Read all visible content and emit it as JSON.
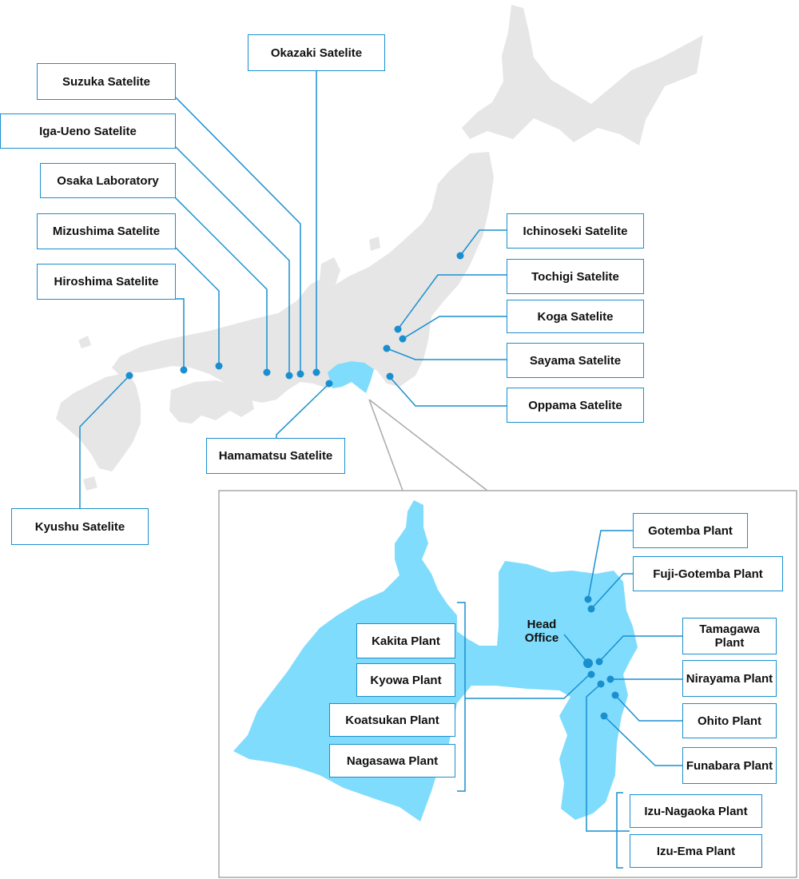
{
  "colors": {
    "land": "#e6e6e6",
    "highlight": "#7fdcfc",
    "accent": "#1a8fcf",
    "inset_border": "#a9a9a9"
  },
  "satellites": {
    "okazaki": "Okazaki Satelite",
    "suzuka": "Suzuka Satelite",
    "iga_ueno": "Iga-Ueno Satelite",
    "osaka": "Osaka Laboratory",
    "mizushima": "Mizushima Satelite",
    "hiroshima": "Hiroshima Satelite",
    "kyushu": "Kyushu Satelite",
    "hamamatsu": "Hamamatsu Satelite",
    "ichinoseki": "Ichinoseki Satelite",
    "tochigi": "Tochigi Satelite",
    "koga": "Koga Satelite",
    "sayama": "Sayama Satelite",
    "oppama": "Oppama Satelite"
  },
  "plants": {
    "gotemba": "Gotemba Plant",
    "fuji_gotemba": "Fuji-Gotemba Plant",
    "head_office": "Head Office",
    "tamagawa": "Tamagawa Plant",
    "nirayama": "Nirayama Plant",
    "ohito": "Ohito Plant",
    "funabara": "Funabara Plant",
    "izu_nagaoka": "Izu-Nagaoka Plant",
    "izu_ema": "Izu-Ema Plant",
    "kakita": "Kakita Plant",
    "kyowa": "Kyowa Plant",
    "koatsukan": "Koatsukan Plant",
    "nagasawa": "Nagasawa Plant"
  }
}
